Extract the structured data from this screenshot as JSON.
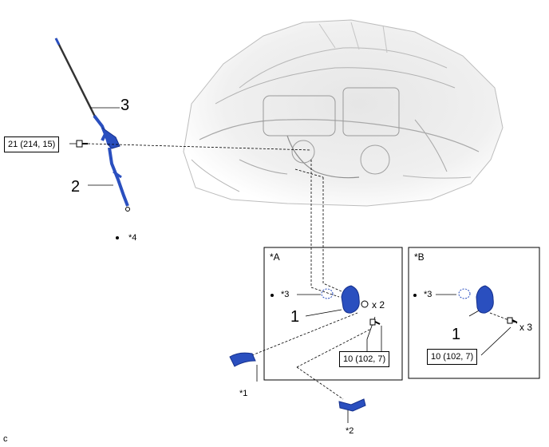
{
  "callouts": {
    "part1_a": "1",
    "part1_b": "1",
    "part2": "2",
    "part3": "3"
  },
  "torques": {
    "dipstick_bolt": "21 (214, 15)",
    "bracket_a": "10 (102, 7)",
    "bracket_b": "10 (102, 7)"
  },
  "notes": {
    "star1": "*1",
    "star2": "*2",
    "star3_a": "*3",
    "star3_b": "*3",
    "star4": "*4"
  },
  "quantities": {
    "bolts_a": "x 2",
    "bolts_b": "x 3"
  },
  "panels": {
    "a_label": "*A",
    "b_label": "*B"
  },
  "figure_code": "c",
  "colors": {
    "part_blue": "#2a4fbf",
    "part_blue_dark": "#15308c",
    "engine_gray": "#c8c8c8",
    "line": "#000000"
  }
}
